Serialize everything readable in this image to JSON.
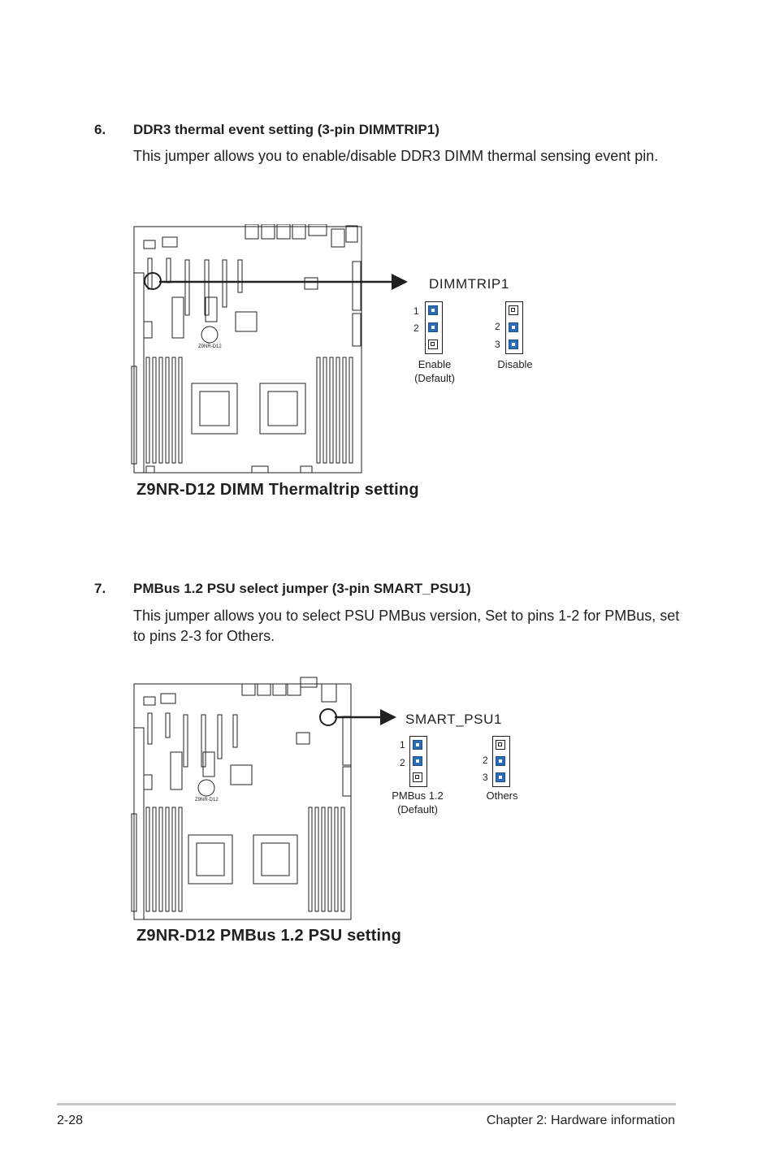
{
  "section6": {
    "number": "6.",
    "heading": "DDR3 thermal event setting (3-pin DIMMTRIP1)",
    "body": "This jumper allows you to enable/disable DDR3 DIMM thermal sensing event pin.",
    "board_label": "Z9NR-D12",
    "jumper_title": "DIMMTRIP1",
    "option_a": {
      "pins": [
        "1",
        "2"
      ],
      "label_line1": "Enable",
      "label_line2": "(Default)"
    },
    "option_b": {
      "pins": [
        "2",
        "3"
      ],
      "label_line1": "Disable"
    },
    "caption": "Z9NR-D12 DIMM Thermaltrip setting"
  },
  "section7": {
    "number": "7.",
    "heading": "PMBus 1.2 PSU select jumper (3-pin SMART_PSU1)",
    "body": "This jumper allows you to select PSU PMBus version,  Set to pins 1-2 for PMBus, set to pins 2-3 for Others.",
    "board_label": "Z9NR-D12",
    "jumper_title": "SMART_PSU1",
    "option_a": {
      "pins": [
        "1",
        "2"
      ],
      "label_line1": "PMBus 1.2",
      "label_line2": "(Default)"
    },
    "option_b": {
      "pins": [
        "2",
        "3"
      ],
      "label_line1": "Others"
    },
    "caption": "Z9NR-D12 PMBus 1.2 PSU setting"
  },
  "footer": {
    "page_number": "2-28",
    "chapter": "Chapter 2: Hardware information"
  },
  "colors": {
    "jumper_cap": "#2a6db5",
    "text": "#231f20"
  }
}
